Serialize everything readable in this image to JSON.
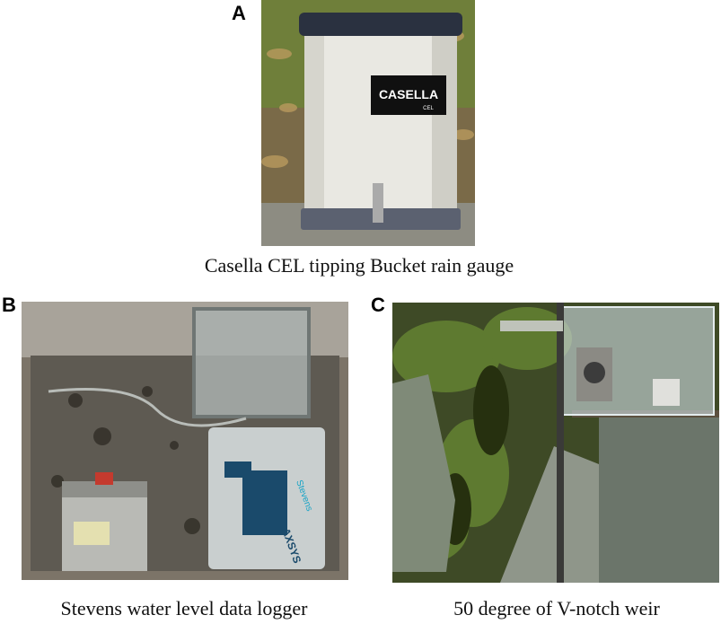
{
  "panels": [
    {
      "letter": "A",
      "caption": "Casella CEL tipping Bucket rain gauge",
      "photo_labels": {
        "brand": "CASELLA",
        "sub": "CEL"
      }
    },
    {
      "letter": "B",
      "caption": "Stevens water level data logger",
      "photo_labels": {
        "brand": "Stevens",
        "maker": "AXSYS"
      }
    },
    {
      "letter": "C",
      "caption": "50 degree of V-notch weir"
    }
  ],
  "colors": {
    "foliage": "#4e6a2a",
    "soil": "#8a7650",
    "gauge_body": "#e9e8e2",
    "logger_case": "#c9cfcf",
    "logger_display": "#1a4a6b",
    "weir_wall": "#7f8a78"
  }
}
